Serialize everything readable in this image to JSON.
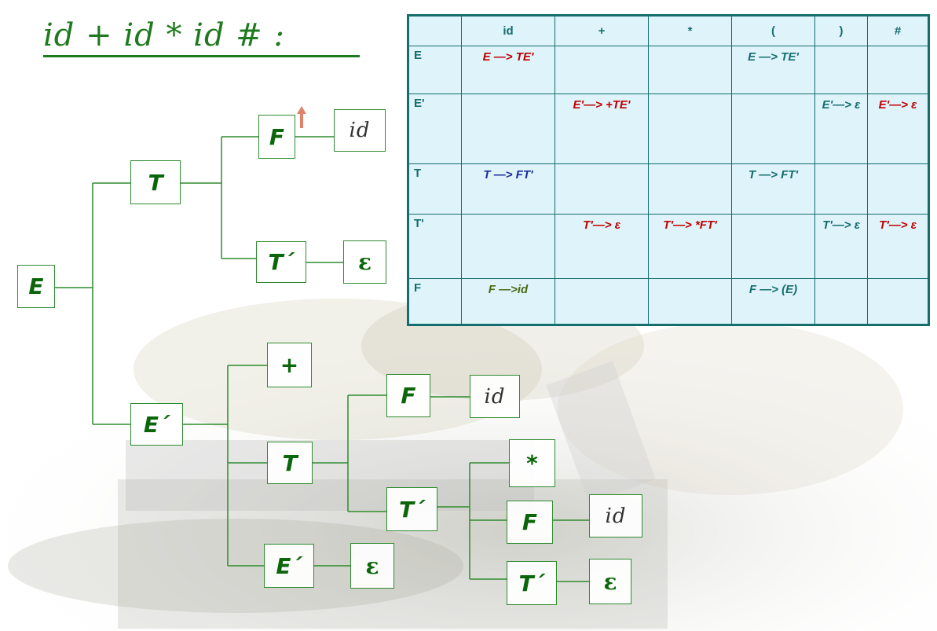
{
  "title": "id + id * id # :",
  "tree": {
    "nodes": {
      "E": "E",
      "T_top": "T",
      "F_top": "F",
      "id_top": "id",
      "Tp_top": "T´",
      "eps_top": "ε",
      "Ep_mid": "E´",
      "plus": "+",
      "T_mid": "T",
      "F_mid": "F",
      "id_mid": "id",
      "Tp_mid": "T´",
      "star": "*",
      "F_low": "F",
      "id_low": "id",
      "Tp_low": "T´",
      "eps_low": "ε",
      "Ep_low": "E´",
      "eps_Ep": "ε"
    }
  },
  "parse_table": {
    "headers": [
      "",
      "id",
      "+",
      "*",
      "(",
      ")",
      "#"
    ],
    "rows": [
      {
        "nonterminal": "E",
        "cells": [
          "E —> TE'",
          "",
          "",
          "E —> TE'",
          "",
          ""
        ]
      },
      {
        "nonterminal": "E'",
        "cells": [
          "",
          "E'—> +TE'",
          "",
          "",
          "E'—> ε",
          "E'—> ε"
        ]
      },
      {
        "nonterminal": "T",
        "cells": [
          "T —> FT'",
          "",
          "",
          "T —> FT'",
          "",
          ""
        ]
      },
      {
        "nonterminal": "T'",
        "cells": [
          "",
          "T'—> ε",
          "T'—> *FT'",
          "",
          "T'—> ε",
          "T'—> ε"
        ]
      },
      {
        "nonterminal": "F",
        "cells": [
          "F —>id",
          "",
          "",
          "F —> (E)",
          "",
          ""
        ]
      }
    ],
    "colors": {
      "border": "#146e6e",
      "background": "#dff3fb",
      "red_entry": "#c00000",
      "teal_entry": "#146e6e",
      "blue_entry": "#1a2e9a",
      "olive_entry": "#4a6a10"
    }
  },
  "colors": {
    "tree_green": "#0b660b",
    "tree_line": "#2e8b2e",
    "arrow": "#e0826a"
  }
}
